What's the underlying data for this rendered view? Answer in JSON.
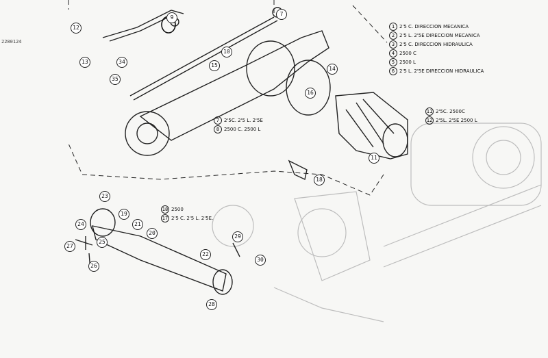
{
  "doc": {
    "code": "2280124",
    "callouts": [
      {
        "id": "c12",
        "text": "12"
      },
      {
        "id": "c9",
        "text": "9"
      },
      {
        "id": "c7",
        "text": "7"
      },
      {
        "id": "c10",
        "text": "10"
      },
      {
        "id": "c15",
        "text": "15"
      },
      {
        "id": "c14",
        "text": "14"
      },
      {
        "id": "c34",
        "text": "34"
      },
      {
        "id": "c35",
        "text": "35"
      },
      {
        "id": "c13",
        "text": "13"
      },
      {
        "id": "c16",
        "text": "16"
      },
      {
        "id": "c11",
        "text": "11"
      },
      {
        "id": "c18",
        "text": "18"
      },
      {
        "id": "c23",
        "text": "23"
      },
      {
        "id": "c19",
        "text": "19"
      },
      {
        "id": "c24",
        "text": "24"
      },
      {
        "id": "c25",
        "text": "25"
      },
      {
        "id": "c21",
        "text": "21"
      },
      {
        "id": "c20",
        "text": "20"
      },
      {
        "id": "c27",
        "text": "27"
      },
      {
        "id": "c26",
        "text": "26"
      },
      {
        "id": "c22",
        "text": "22"
      },
      {
        "id": "c29",
        "text": "29"
      },
      {
        "id": "c30",
        "text": "30"
      },
      {
        "id": "c28",
        "text": "28"
      }
    ],
    "legend": [
      {
        "num": "1",
        "text": "2'5 C. DIRECCION MECANICA"
      },
      {
        "num": "2",
        "text": "2'5 L. 2'5E DIRECCION MECANICA"
      },
      {
        "num": "3",
        "text": "2'5 C. DIRECCION HIDRAULICA"
      },
      {
        "num": "4",
        "text": "2500 C"
      },
      {
        "num": "5",
        "text": "2500 L"
      },
      {
        "num": "6",
        "text": "2'5 L. 2'5E DIRECCION HIDRAULICA"
      }
    ],
    "note_housing": [
      {
        "num": "7",
        "text": "2'5C. 2'5 L. 2'5E"
      },
      {
        "num": "8",
        "text": "2500 C. 2500 L"
      }
    ],
    "note_diff": [
      {
        "num": "11",
        "text": "2'5C. 2500C"
      },
      {
        "num": "12",
        "text": "2'5L. 2'5E 2500 L"
      }
    ],
    "note_shaft": [
      {
        "num": "18",
        "text": "2500"
      },
      {
        "num": "17",
        "text": "2'5 C. 2'5 L. 2'5E."
      }
    ]
  }
}
